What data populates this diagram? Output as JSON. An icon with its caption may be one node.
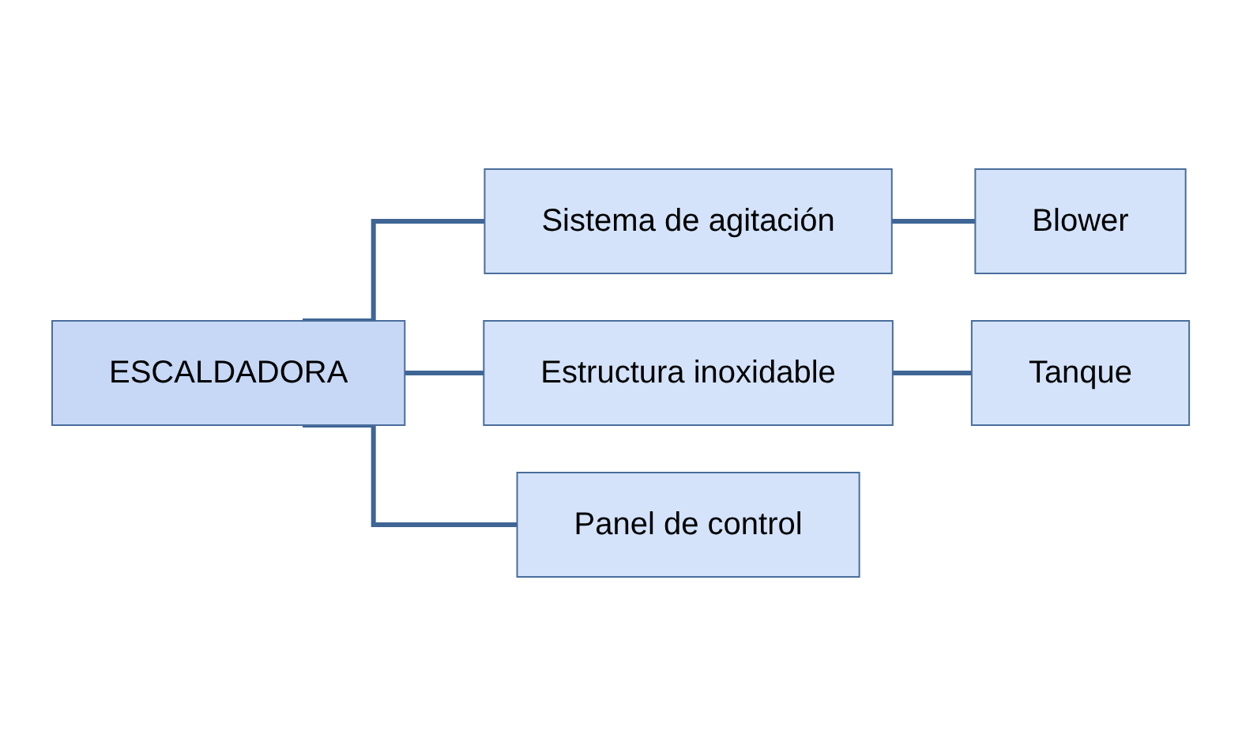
{
  "diagram": {
    "nodes": [
      {
        "text": [
          "ESCALDADORA"
        ]
      },
      {
        "text": [
          "Sistema de agitación"
        ]
      },
      {
        "text": [
          "Estructura inoxidable"
        ]
      },
      {
        "text": [
          "Panel de control"
        ]
      },
      {
        "text": [
          "Blower"
        ]
      },
      {
        "text": [
          "Tanque"
        ]
      }
    ],
    "edges": [
      {
        "from": 0,
        "to": 1,
        "arrow": "none"
      },
      {
        "from": 0,
        "to": 2,
        "arrow": "none"
      },
      {
        "from": 0,
        "to": 3,
        "arrow": "none"
      },
      {
        "from": 1,
        "to": 4,
        "arrow": "none"
      },
      {
        "from": 2,
        "to": 5,
        "arrow": "none"
      }
    ]
  }
}
